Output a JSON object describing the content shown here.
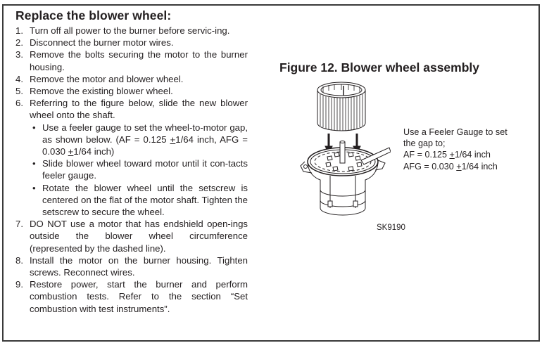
{
  "section": {
    "title": "Replace the blower wheel:",
    "steps": [
      {
        "num": "1.",
        "text": "Turn off all power to the burner before servic-ing."
      },
      {
        "num": "2.",
        "text": "Disconnect the burner motor wires."
      },
      {
        "num": "3.",
        "text": "Remove the bolts securing the motor to the burner housing."
      },
      {
        "num": "4.",
        "text": "Remove the motor and blower wheel."
      },
      {
        "num": "5.",
        "text": "Remove the existing blower wheel."
      },
      {
        "num": "6.",
        "text": "Referring to the figure below, slide the new blower wheel onto the shaft.",
        "substeps": [
          {
            "bullet": "•",
            "text_before": "Use a feeler gauge to set the wheel-to-motor gap, as shown below. (AF = 0.125 ",
            "pm1": "+",
            "mid": "1/64 inch, AFG = 0.030 ",
            "pm2": "+",
            "after": "1/64 inch)"
          },
          {
            "bullet": "•",
            "text": "Slide blower wheel toward motor until it con-tacts feeler gauge."
          },
          {
            "bullet": "•",
            "text": "Rotate the blower wheel until the setscrew is centered on the flat of the motor shaft. Tighten the setscrew to secure the wheel."
          }
        ]
      },
      {
        "num": "7.",
        "text": "DO NOT use a motor that has endshield open-ings outside the blower wheel circumference (represented by the dashed line)."
      },
      {
        "num": "8.",
        "text": "Install the motor on the burner housing. Tighten screws. Reconnect wires."
      },
      {
        "num": "9.",
        "text": "Restore power, start the burner and perform combustion tests. Refer to the section “Set combustion with test instruments”."
      }
    ]
  },
  "figure": {
    "title": "Figure 12. Blower wheel assembly",
    "callout": {
      "line1": "Use a Feeler Gauge to set",
      "line2": "the gap to;",
      "af_label": "AF = 0.125 ",
      "af_pm": "+",
      "af_rest": "1/64 inch",
      "afg_label": "AFG = 0.030 ",
      "afg_pm": "+",
      "afg_rest": "1/64 inch"
    },
    "code": "SK9190",
    "illustration": "blower-wheel-over-motor-with-feeler-gauge"
  }
}
